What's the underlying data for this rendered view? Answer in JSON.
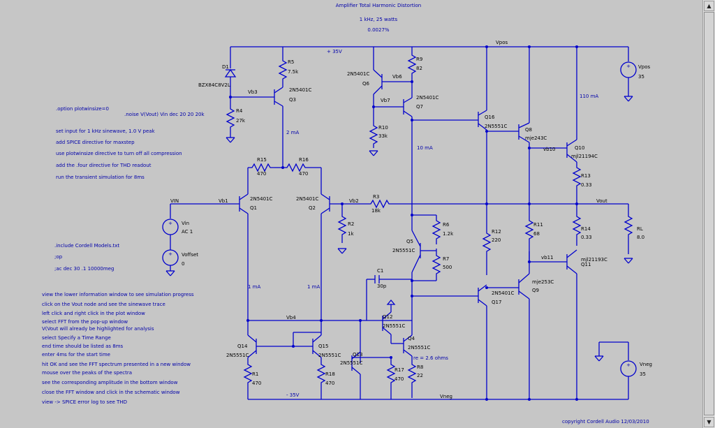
{
  "header": {
    "title": "Amplifier Total Harmonic Distortion",
    "freq_power": "1 kHz, 25 watts",
    "thd": "0.0027%"
  },
  "directives": {
    "option": ".option plotwinsize=0",
    "noise": ".noise V(Vout) Vin dec 20 20 20k",
    "include": ".include Cordell Models.txt",
    "op": ";op",
    "ac": ";ac dec 30 .1 10000meg"
  },
  "notes_top": [
    "set input for 1 kHz sinewave, 1.0 V peak",
    "add SPICE directive for maxstep",
    "use plotwinsize directive to turn off all compression",
    "add the .four directive for THD readout",
    "run the transient simulation for 8ms"
  ],
  "notes_bottom": [
    "view the lower information window to see simulation progress",
    "click on the Vout node and see the sinewave trace",
    "left click and right click in the plot window",
    "select FFT from the pop-up window",
    "V(Vout will already be highlighted for analysis",
    "select Specify a Time Range",
    "end time should be listed as 8ms",
    "enter 4ms for the start time",
    "hit OK and see the FFT spectrum presented in a new window",
    "mouse over the peaks of the spectra",
    "see the corresponding amplitude in the bottom window",
    "close the FFT window and click in the schematic window",
    "view -> SPICE error log to see THD"
  ],
  "copyright": "copyright Cordell Audio 12/03/2010",
  "nets": {
    "pos35": "+ 35V",
    "neg35": "- 35V",
    "vpos": "Vpos",
    "vneg": "Vneg",
    "vin": "VIN",
    "vout": "Vout",
    "vb1": "Vb1",
    "vb2": "Vb2",
    "vb3": "Vb3",
    "vb4": "Vb4",
    "vb6": "Vb6",
    "vb7": "Vb7",
    "vb10": "vb10",
    "vb11": "vb11",
    "re": "re = 2.6 ohms"
  },
  "currents": {
    "q3": "2 mA",
    "q7": "10 mA",
    "q10": "110 mA",
    "q1": "1 mA",
    "q2": "1 mA"
  },
  "parts": {
    "D1": "D1",
    "D1m": "BZX84C8V2L",
    "R4": "R4",
    "R4v": "27k",
    "R5": "R5",
    "R5v": "7.5k",
    "Q3": "Q3",
    "Q3m": "2N5401C",
    "R15": "R15",
    "R15v": "470",
    "R16": "R16",
    "R16v": "470",
    "Q1": "Q1",
    "Q1m": "2N5401C",
    "Q2": "Q2",
    "Q2m": "2N5401C",
    "R3": "R3",
    "R3v": "18k",
    "R2": "R2",
    "R2v": "1k",
    "Vin": "Vin",
    "Vinv": "AC 1",
    "Voffset": "Voffset",
    "Voffv": "0",
    "Q14": "Q14",
    "Q14m": "2N5551C",
    "Q15": "Q15",
    "Q15m": "2N5551C",
    "R1": "R1",
    "R1v": "470",
    "R18": "R18",
    "R18v": "470",
    "Q6": "Q6",
    "Q6m": "2N5401C",
    "Q7": "Q7",
    "Q7m": "2N5401C",
    "R9": "R9",
    "R9v": "82",
    "R10": "R10",
    "R10v": "33k",
    "Q5": "Q5",
    "Q5m": "2N5551C",
    "R6": "R6",
    "R6v": "1.2k",
    "R7": "R7",
    "R7v": "500",
    "C1": "C1",
    "C1v": "30p",
    "Q12": "Q12",
    "Q12m": "2N5551C",
    "Q13": "Q13",
    "Q13m": "2N5551C",
    "Q4": "Q4",
    "Q4m": "2N5551C",
    "R17": "R17",
    "R17v": "470",
    "R8": "R8",
    "R8v": "22",
    "Q16": "Q16",
    "Q16m": "2N5551C",
    "Q17": "Q17",
    "Q17m": "2N5401C",
    "R12": "R12",
    "R12v": "220",
    "R11": "R11",
    "R11v": "68",
    "Q8": "Q8",
    "Q8m": "mje243C",
    "Q9": "Q9",
    "Q9m": "mje253C",
    "Q10": "Q10",
    "Q10m": "mjl21194C",
    "Q11": "Q11",
    "Q11m": "mjl21193C",
    "R13": "R13",
    "R13v": "0.33",
    "R14": "R14",
    "R14v": "0.33",
    "RL": "RL",
    "RLv": "8.0",
    "Vpos": "Vpos",
    "Vposv": "35",
    "Vneg": "Vneg",
    "Vnegv": "35"
  }
}
